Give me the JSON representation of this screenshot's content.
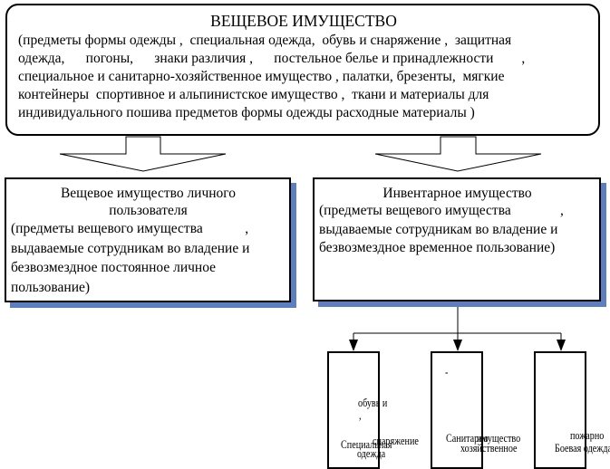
{
  "top": {
    "title": "ВЕЩЕВОЕ ИМУЩЕСТВО",
    "lines": [
      "(предметы формы одежды ,  специальная одежда,  обувь и снаряжение ,  защитная",
      "одежда,      погоны,      знаки различия ,      постельное белье и принадлежности        ,",
      "специальное и санитарно-хозяйственное имущество , палатки, брезенты,  мягкие",
      "контейнеры  спортивное и альпинистское имущество ,  ткани и материалы для",
      "индивидуального пошива предметов формы одежды расходные материалы )"
    ]
  },
  "personal": {
    "title_lines": [
      "Вещевое имущество личного",
      "пользователя"
    ],
    "lines": [
      "(предметы вещевого имущества            ,",
      "выдаваемые сотрудникам во владение и",
      "безвозмездное постоянное личное",
      "пользование)"
    ]
  },
  "inventory": {
    "title": "Инвентарное имущество",
    "lines": [
      "(предметы вещевого имущества              ,",
      "выдаваемые сотрудникам во владение и",
      "безвозмездное временное пользование)"
    ]
  },
  "category1": {
    "a": "обувь и",
    "b": ",",
    "c": "Специальная",
    "d": "одежда",
    "e": "снаряжение"
  },
  "category2": {
    "a": "-",
    "b": "Санитарно",
    "c": "хозяйственное",
    "d": "имущество"
  },
  "category3": {
    "a": "пожарно",
    "b": "Боевая одежда"
  }
}
